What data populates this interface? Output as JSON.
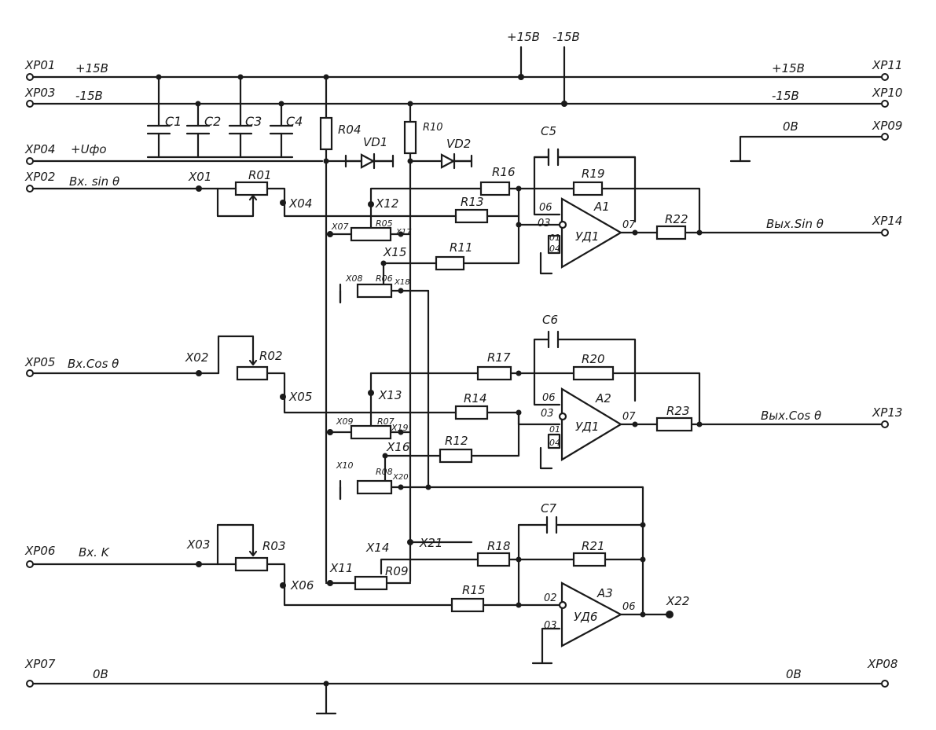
{
  "connectors": {
    "xp01": "XP01",
    "xp03": "XP03",
    "xp04": "XP04",
    "xp02": "XP02",
    "xp05": "XP05",
    "xp06": "XP06",
    "xp07": "XP07",
    "xp08": "XP08",
    "xp09": "XP09",
    "xp10": "XP10",
    "xp11": "XP11",
    "xp13": "XP13",
    "xp14": "XP14"
  },
  "signals": {
    "p15": "+15B",
    "m15": "-15B",
    "p15_right": "+15B",
    "m15_right": "-15B",
    "top_p15": "+15B",
    "top_m15": "-15B",
    "uref": "+Uфо",
    "in_sin": "Bx. sin θ",
    "in_cos": "Bx.Cos θ",
    "in_k": "Bx. K",
    "out_sin": "Bых.Sin θ",
    "out_cos": "Bых.Cos θ",
    "ov_xp09": "0B",
    "ov_left": "0B",
    "ov_right": "0B"
  },
  "components": {
    "c1": "C1",
    "c2": "C2",
    "c3": "C3",
    "c4": "C4",
    "c5": "C5",
    "c6": "C6",
    "c7": "C7",
    "r01": "R01",
    "r02": "R02",
    "r03": "R03",
    "r04": "R04",
    "r05": "R05",
    "r06": "R06",
    "r07": "R07",
    "r08": "R08",
    "r09": "R09",
    "r10": "R10",
    "r11": "R11",
    "r12": "R12",
    "r13": "R13",
    "r14": "R14",
    "r15": "R15",
    "r16": "R16",
    "r17": "R17",
    "r18": "R18",
    "r19": "R19",
    "r20": "R20",
    "r21": "R21",
    "r22": "R22",
    "r23": "R23",
    "vd1": "VD1",
    "vd2": "VD2",
    "a1": "A1",
    "a2": "A2",
    "a3": "A3",
    "opamp1": "УД1",
    "opamp2": "УД1",
    "opamp3": "УД6"
  },
  "nodes": {
    "x01": "X01",
    "x02": "X02",
    "x03": "X03",
    "x04": "X04",
    "x05": "X05",
    "x06": "X06",
    "x07": "X07",
    "x08": "X08",
    "x09": "X09",
    "x10": "X10",
    "x11": "X11",
    "x12": "X12",
    "x13": "X13",
    "x14": "X14",
    "x15": "X15",
    "x16": "X16",
    "x17": "X17",
    "x18": "X18",
    "x19": "X19",
    "x20": "X20",
    "x21": "X21",
    "x22": "X22"
  },
  "pins": {
    "a1_06": "06",
    "a1_03": "03",
    "a1_01": "01",
    "a1_04": "04",
    "a1_07": "07",
    "a2_06": "06",
    "a2_03": "03",
    "a2_01": "01",
    "a2_04": "04",
    "a2_07": "07",
    "a3_02": "02",
    "a3_03": "03",
    "a3_06": "06"
  }
}
